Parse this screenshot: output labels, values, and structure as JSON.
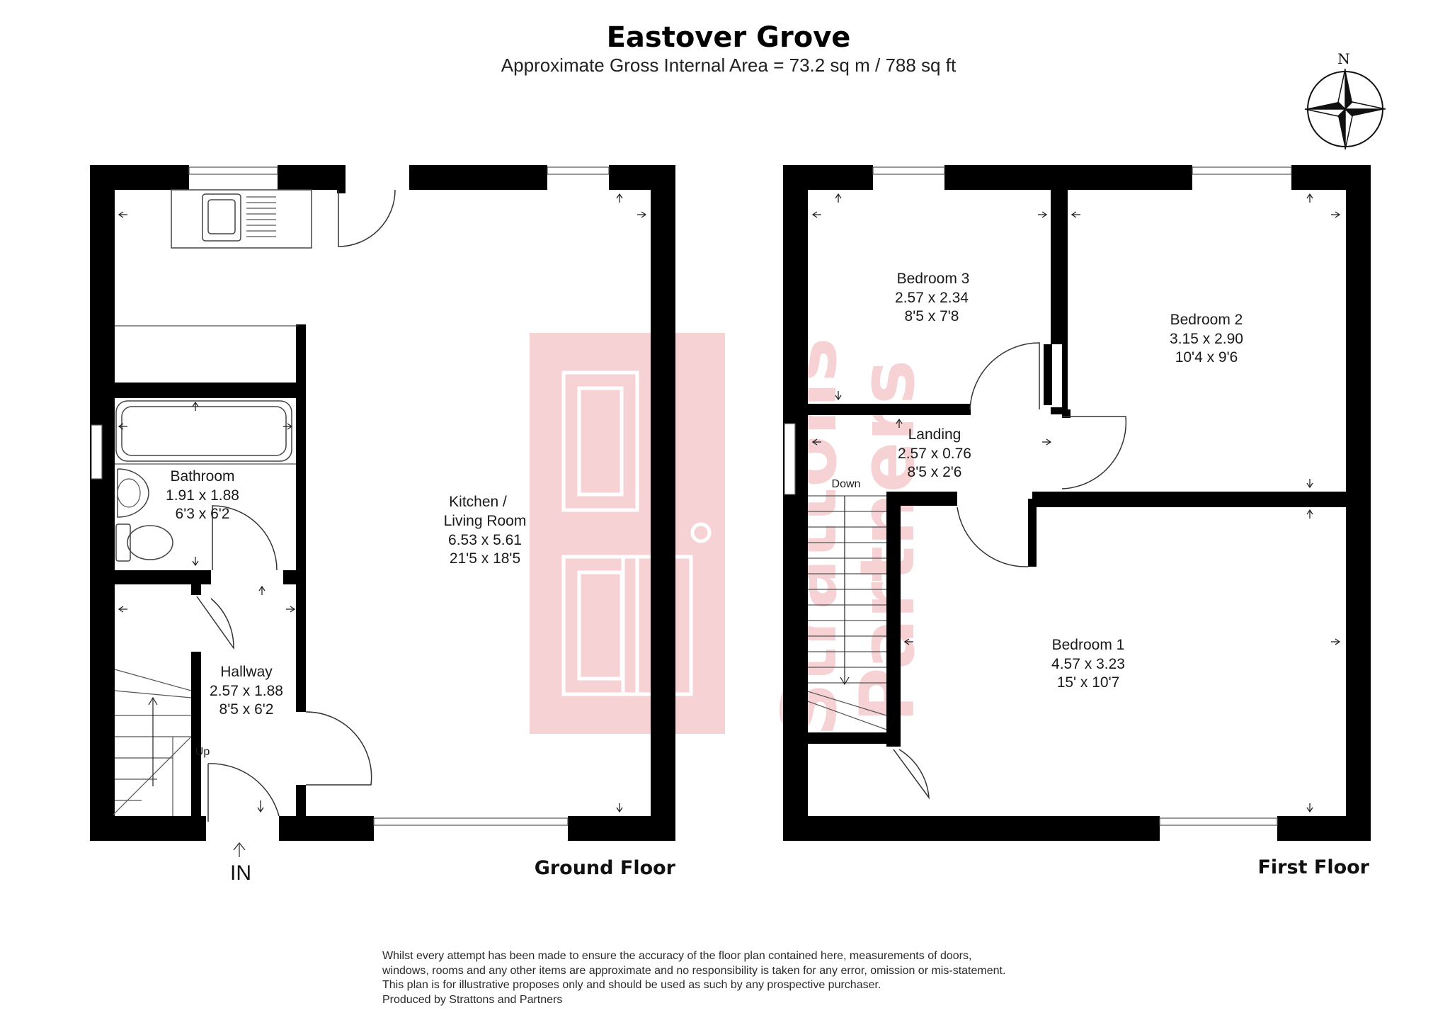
{
  "header": {
    "title": "Eastover Grove",
    "subtitle": "Approximate Gross Internal Area = 73.2 sq m / 788 sq ft"
  },
  "compass": {
    "label": "N"
  },
  "brand_colors": {
    "watermark": "#f4c6c9",
    "walls": "#000000"
  },
  "ground_floor": {
    "label": "Ground Floor",
    "entrance": "IN",
    "stairs_label": "Up",
    "rooms": [
      {
        "name": "Kitchen /",
        "name2": "Living Room",
        "metric": "6.53 x 5.61",
        "imperial": "21'5 x 18'5"
      },
      {
        "name": "Bathroom",
        "metric": "1.91 x 1.88",
        "imperial": "6'3 x 6'2"
      },
      {
        "name": "Hallway",
        "metric": "2.57 x 1.88",
        "imperial": "8'5 x 6'2"
      }
    ]
  },
  "first_floor": {
    "label": "First Floor",
    "stairs_label": "Down",
    "rooms": [
      {
        "name": "Bedroom 3",
        "metric": "2.57 x 2.34",
        "imperial": "8'5 x 7'8"
      },
      {
        "name": "Bedroom 2",
        "metric": "3.15 x 2.90",
        "imperial": "10'4 x 9'6"
      },
      {
        "name": "Landing",
        "metric": "2.57 x 0.76",
        "imperial": "8'5 x 2'6"
      },
      {
        "name": "Bedroom 1",
        "metric": "4.57 x 3.23",
        "imperial": "15' x 10'7"
      }
    ]
  },
  "disclaimer": [
    "Whilst every attempt has been made to ensure the accuracy of the floor plan contained here, measurements of doors,",
    "windows, rooms and any other items are approximate and no responsibility is taken for any error, omission or mis-statement.",
    "This plan is for illustrative proposes only and should be used as such by any prospective purchaser.",
    "Produced by Strattons and Partners"
  ],
  "watermark": {
    "line1": "Strattons",
    "line2": "Partners"
  }
}
